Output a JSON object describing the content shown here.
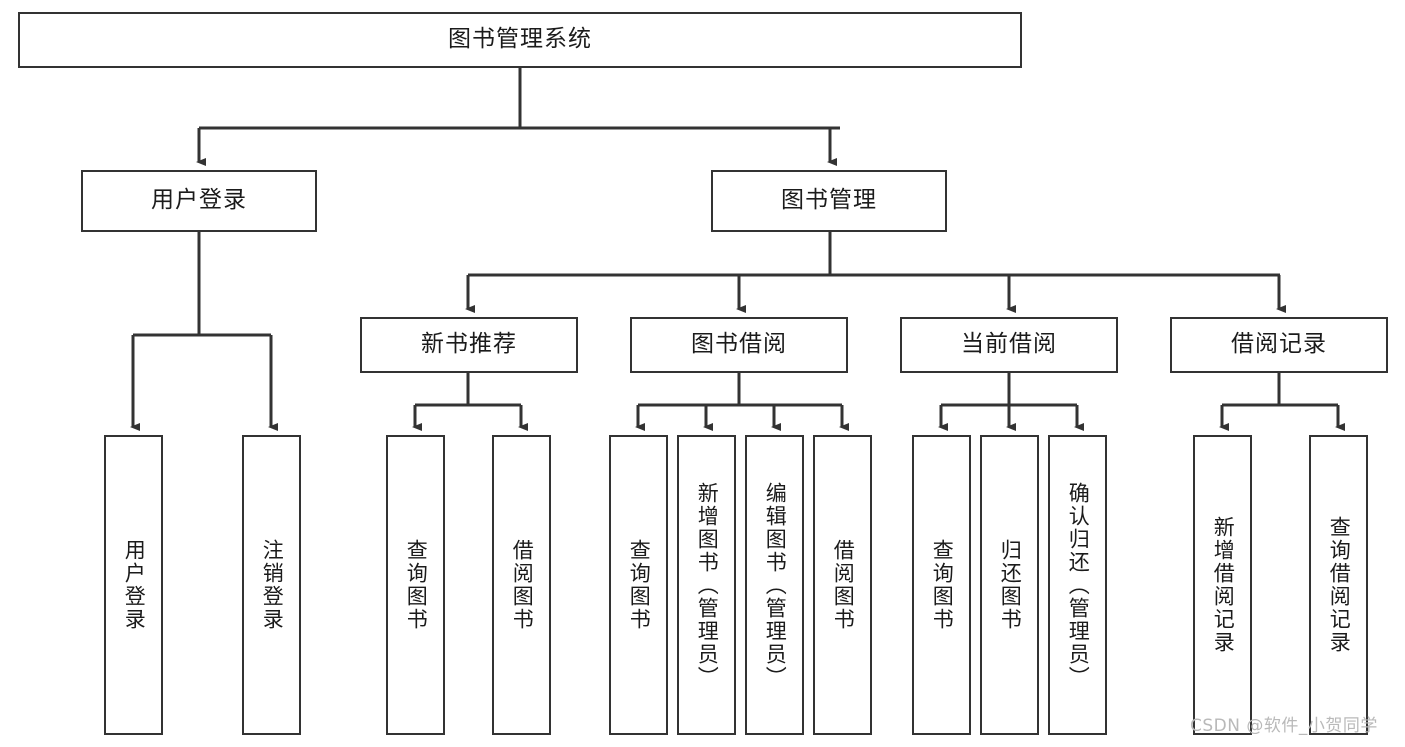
{
  "diagram": {
    "title": "图书管理系统",
    "type": "功能结构图",
    "root": {
      "label": "图书管理系统"
    },
    "level1": [
      {
        "label": "用户登录"
      },
      {
        "label": "图书管理"
      }
    ],
    "level2": [
      {
        "label": "新书推荐"
      },
      {
        "label": "图书借阅"
      },
      {
        "label": "当前借阅"
      },
      {
        "label": "借阅记录"
      }
    ],
    "leaves": {
      "user_login": [
        {
          "label": "用户登录"
        },
        {
          "label": "注销登录"
        }
      ],
      "new_book_recommend": [
        {
          "label": "查询图书"
        },
        {
          "label": "借阅图书"
        }
      ],
      "book_borrow": [
        {
          "label": "查询图书"
        },
        {
          "label": "新增图书（管理员）"
        },
        {
          "label": "编辑图书（管理员）"
        },
        {
          "label": "借阅图书"
        }
      ],
      "current_borrow": [
        {
          "label": "查询图书"
        },
        {
          "label": "归还图书"
        },
        {
          "label": "确认归还（管理员）"
        }
      ],
      "borrow_record": [
        {
          "label": "新增借阅记录"
        },
        {
          "label": "查询借阅记录"
        }
      ]
    }
  },
  "watermark": {
    "text": "CSDN @软件_小贺同学"
  },
  "colors": {
    "stroke": "#333333",
    "text": "#1b1b1b",
    "background": "#ffffff",
    "watermark": "#b9b9b9"
  }
}
